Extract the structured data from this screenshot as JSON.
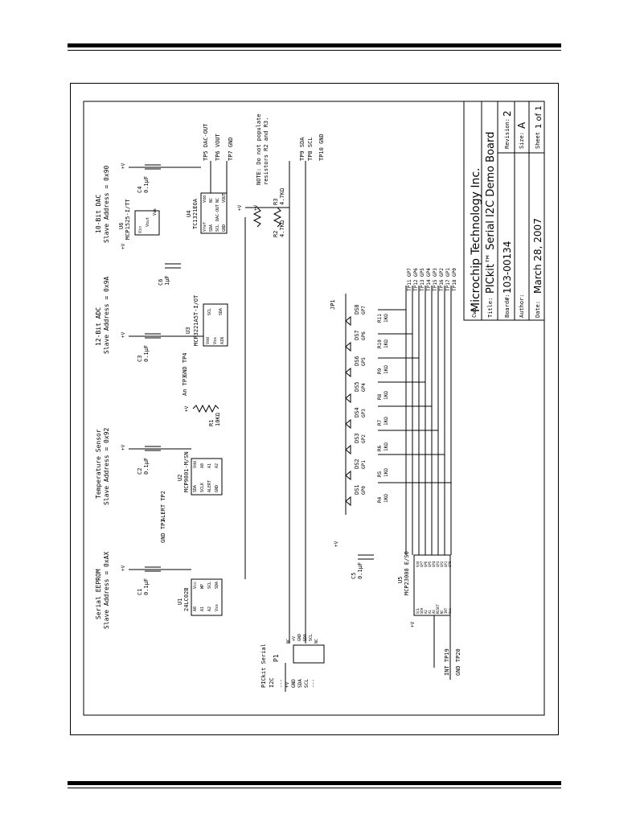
{
  "title_block": {
    "company": "Microchip Technology Inc.",
    "title_label": "Title:",
    "title": "PICkit™ Serial I2C Demo Board",
    "board_label": "Board#:",
    "board": "103-00134",
    "revision_label": "Revision:",
    "revision": "2",
    "author_label": "Author:",
    "size_label": "Size:",
    "size": "A",
    "date_label": "Date:",
    "date": "March 28, 2007",
    "sheet_label": "Sheet",
    "sheet": "1 of 1",
    "cw_label": "Cw:"
  },
  "sections": {
    "eeprom": {
      "line1": "Serial EEPROM",
      "line2": "Slave Address = 0xAX"
    },
    "temp": {
      "line1": "Temperature Sensor",
      "line2": "Slave Address = 0x92"
    },
    "adc": {
      "line1": "12-Bit ADC",
      "line2": "Slave Address = 0x9A"
    },
    "dac": {
      "line1": "10-Bit DAC",
      "line2": "Slave Address = 0x90"
    }
  },
  "parts": {
    "u1": {
      "ref": "U1",
      "name": "24LC02B",
      "pins_left": [
        "A0",
        "A1",
        "A2",
        "Vss"
      ],
      "pins_right": [
        "Vcc",
        "WP",
        "SCL",
        "SDA"
      ]
    },
    "u2": {
      "ref": "U2",
      "name": "MCP9801-M/SN",
      "pins_left": [
        "SDA",
        "SCLK",
        "ALERT",
        "GND"
      ],
      "pins_right": [
        "Vdd",
        "A0",
        "A1",
        "A2"
      ]
    },
    "u3": {
      "ref": "U3",
      "name": "MCP3221A5T-I/OT",
      "pins_left": [
        "Vdd",
        "Vss",
        "AIN"
      ],
      "pins_right": [
        "SCL",
        "SDA"
      ]
    },
    "u4": {
      "ref": "U4",
      "name": "TC1321EOA",
      "pins_left": [
        "Vref",
        "SDA",
        "SCL",
        "GND"
      ],
      "pins_right": [
        "Vdd",
        "NC",
        "NC",
        "VOUT"
      ],
      "hidden": "DAC-OUT"
    },
    "u6": {
      "ref": "U6",
      "name": "MCP1525-I/TT",
      "pins": [
        "Vin",
        "Vout",
        "Vss"
      ]
    },
    "u5": {
      "ref": "U5",
      "name": "MCP23008 E/SO",
      "pins_left": [
        "SCL",
        "SDA",
        "A2",
        "A1",
        "A0",
        "RESET",
        "NC",
        "INT",
        "Vss"
      ],
      "pins_right": [
        "Vdd",
        "GP7",
        "GP6",
        "GP5",
        "GP4",
        "GP3",
        "GP2",
        "GP1",
        "GP0"
      ]
    },
    "p1": {
      "ref": "P1",
      "pins": [
        "NC",
        "+V",
        "GND",
        "SDA",
        "SCL",
        "NC"
      ]
    }
  },
  "caps": [
    {
      "ref": "C1",
      "value": "0.1µF"
    },
    {
      "ref": "C2",
      "value": "0.1µF"
    },
    {
      "ref": "C3",
      "value": "0.1µF"
    },
    {
      "ref": "C4",
      "value": "0.1µF"
    },
    {
      "ref": "C5",
      "value": "0.1µF"
    },
    {
      "ref": "C6",
      "value": "1µF"
    }
  ],
  "resistors": {
    "r1": {
      "ref": "R1",
      "value": "10KΩ"
    },
    "r2": {
      "ref": "R2",
      "value": "4.7KΩ"
    },
    "r3": {
      "ref": "R3",
      "value": "4.7KΩ"
    },
    "leds_r": [
      "R4 1KΩ",
      "R5 1KΩ",
      "R6 1KΩ",
      "R7 1KΩ",
      "R8 1KΩ",
      "R9 1KΩ",
      "R10 1KΩ",
      "R11 1KΩ"
    ]
  },
  "leds": [
    {
      "ref": "DS1",
      "net": "GP0"
    },
    {
      "ref": "DS2",
      "net": "GP1"
    },
    {
      "ref": "DS3",
      "net": "GP2"
    },
    {
      "ref": "DS4",
      "net": "GP3"
    },
    {
      "ref": "DS5",
      "net": "GP4"
    },
    {
      "ref": "DS6",
      "net": "GP5"
    },
    {
      "ref": "DS7",
      "net": "GP6"
    },
    {
      "ref": "DS8",
      "net": "GP7"
    }
  ],
  "jumper": "JP1",
  "testpoints_top": [
    "TP5 DAC-OUT",
    "TP6 VOUT",
    "TP7 GND",
    "TP9 SDA",
    "TP8 SCL",
    "TP10 GND"
  ],
  "testpoints_gp": [
    "TP11 GP7",
    "TP12 GP6",
    "TP13 GP5",
    "TP14 GP4",
    "TP15 GP3",
    "TP16 GP2",
    "TP17 GP1",
    "TP18 GP0"
  ],
  "testpoints_misc": {
    "tp1": "GND TP1",
    "tp2": "ALERT TP2",
    "tp3": "An TP3",
    "tp4": "GND TP4",
    "tp19": "INT TP19",
    "tp20": "GND TP20"
  },
  "note": {
    "line1": "NOTE: Do not populate",
    "line2": "resistors R2 and R3."
  },
  "pickit": {
    "line1": "PICkit Serial",
    "line2": "I2C",
    "pins": [
      "---",
      "+V",
      "GND",
      "SDA",
      "SCL",
      "---"
    ]
  },
  "supply": "+V"
}
